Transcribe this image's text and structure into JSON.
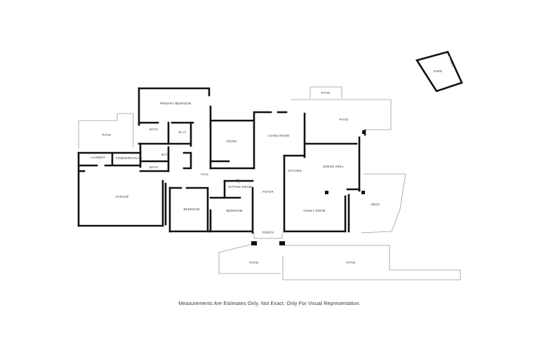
{
  "rooms": {
    "shed": "SHED",
    "patio_top": "PATIO",
    "patio_right": "PATIO",
    "primary_bedroom": "PRIMARY BEDROOM",
    "bath_upper": "BATH",
    "wic": "W.I.C",
    "patio_left": "PATIO",
    "bath_lower": "BATH",
    "bath_small": "BATH",
    "laundry": "LAUNDRY",
    "powder": "POWDER/UTILITY",
    "room": "ROOM",
    "living_room": "LIVING ROOM",
    "kitchen": "KITCHEN",
    "dining_area": "DINING AREA",
    "hall": "HALL",
    "sitting_room": "SITTING ROOM",
    "foyer": "FOYER",
    "garage": "GARAGE",
    "bedroom_left": "BEDROOM",
    "bedroom_right": "BEDROOM",
    "family_room": "FAMILY ROOM",
    "deck": "DECK",
    "porch": "PORCH",
    "patio_bottom_left": "PATIO",
    "patio_bottom_right": "PATIO"
  },
  "disclaimer": "Measurements Are Estimates Only. Not Exact. Only For Visual Representation."
}
